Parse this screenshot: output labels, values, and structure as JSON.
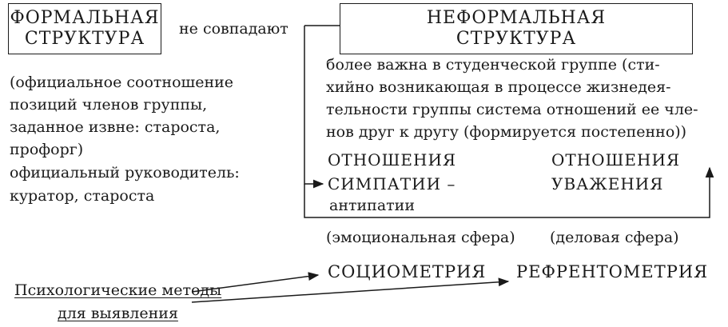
{
  "formal": {
    "title_line1": "ФОРМАЛЬНАЯ",
    "title_line2": "СТРУКТУРА",
    "connector": "не совпадают",
    "description": [
      "(официальное соотношение",
      "позиций членов группы,",
      "заданное извне: староста,",
      "профорг)",
      "официальный руководитель:",
      "куратор, староста"
    ]
  },
  "informal": {
    "title_line1": "НЕФОРМАЛЬНАЯ",
    "title_line2": "СТРУКТУРА",
    "description": [
      "более важна в студенческой группе (сти-",
      "хийно возникающая в процессе жизнедея-",
      "тельности группы система отношений ее чле-",
      "нов друг к другу (формируется постепенно))"
    ]
  },
  "relations": {
    "sympathy_line1": "ОТНОШЕНИЯ",
    "sympathy_line2": "СИМПАТИИ –",
    "sympathy_line3": "антипатии",
    "sympathy_sphere": "(эмоциональная сфера)",
    "respect_line1": "ОТНОШЕНИЯ",
    "respect_line2": "УВАЖЕНИЯ",
    "respect_sphere": "(деловая сфера)"
  },
  "methods": {
    "label_line1": "Психологические методы",
    "label_line2": "для выявления",
    "sociometry": "СОЦИОМЕТРИЯ",
    "referentometry": "РЕФРЕНТОМЕТРИЯ"
  }
}
